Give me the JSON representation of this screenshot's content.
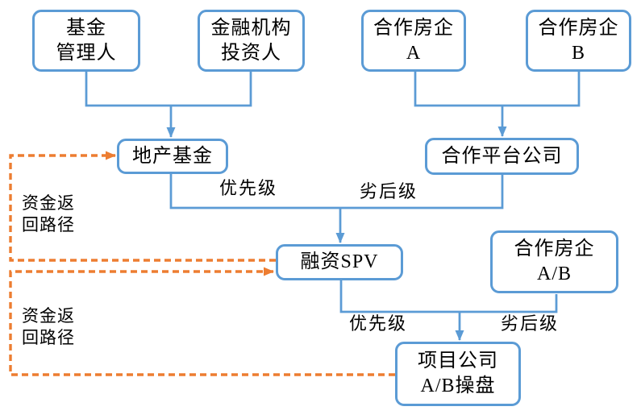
{
  "colors": {
    "node_border": "#5B9BD5",
    "connector": "#5B9BD5",
    "return_path": "#ED7D31",
    "text": "#000000",
    "background": "#ffffff"
  },
  "nodes": [
    {
      "id": "fund-manager",
      "label": "基金\n管理人"
    },
    {
      "id": "financial-investor",
      "label": "金融机构\n投资人"
    },
    {
      "id": "partner-developer-a",
      "label": "合作房企\nA"
    },
    {
      "id": "partner-developer-b",
      "label": "合作房企\nB"
    },
    {
      "id": "real-estate-fund",
      "label": "地产基金"
    },
    {
      "id": "partner-platform-company",
      "label": "合作平台公司"
    },
    {
      "id": "financing-spv",
      "label": "融资SPV"
    },
    {
      "id": "partner-developer-ab",
      "label": "合作房企\nA/B"
    },
    {
      "id": "project-company",
      "label": "项目公司\nA/B操盘"
    }
  ],
  "flow_labels": [
    {
      "id": "senior-tranche-1",
      "text": "优先级"
    },
    {
      "id": "junior-tranche-1",
      "text": "劣后级"
    },
    {
      "id": "senior-tranche-2",
      "text": "优先级"
    },
    {
      "id": "junior-tranche-2",
      "text": "劣后级"
    }
  ],
  "return_path_labels": [
    {
      "id": "return-path-1",
      "text": "资金返\n回路径"
    },
    {
      "id": "return-path-2",
      "text": "资金返\n回路径"
    }
  ],
  "edges": [
    {
      "from": "fund-manager",
      "to": "real-estate-fund",
      "style": "solid-blue"
    },
    {
      "from": "financial-investor",
      "to": "real-estate-fund",
      "style": "solid-blue"
    },
    {
      "from": "partner-developer-a",
      "to": "partner-platform-company",
      "style": "solid-blue"
    },
    {
      "from": "partner-developer-b",
      "to": "partner-platform-company",
      "style": "solid-blue"
    },
    {
      "from": "real-estate-fund",
      "to": "financing-spv",
      "style": "solid-blue",
      "label": "优先级"
    },
    {
      "from": "partner-platform-company",
      "to": "financing-spv",
      "style": "solid-blue",
      "label": "劣后级"
    },
    {
      "from": "financing-spv",
      "to": "project-company",
      "style": "solid-blue",
      "label": "优先级"
    },
    {
      "from": "partner-developer-ab",
      "to": "project-company",
      "style": "solid-blue",
      "label": "劣后级"
    },
    {
      "from": "financing-spv",
      "to": "real-estate-fund",
      "style": "dashed-orange",
      "label": "资金返回路径"
    },
    {
      "from": "project-company",
      "to": "financing-spv",
      "style": "dashed-orange",
      "label": "资金返回路径"
    }
  ]
}
